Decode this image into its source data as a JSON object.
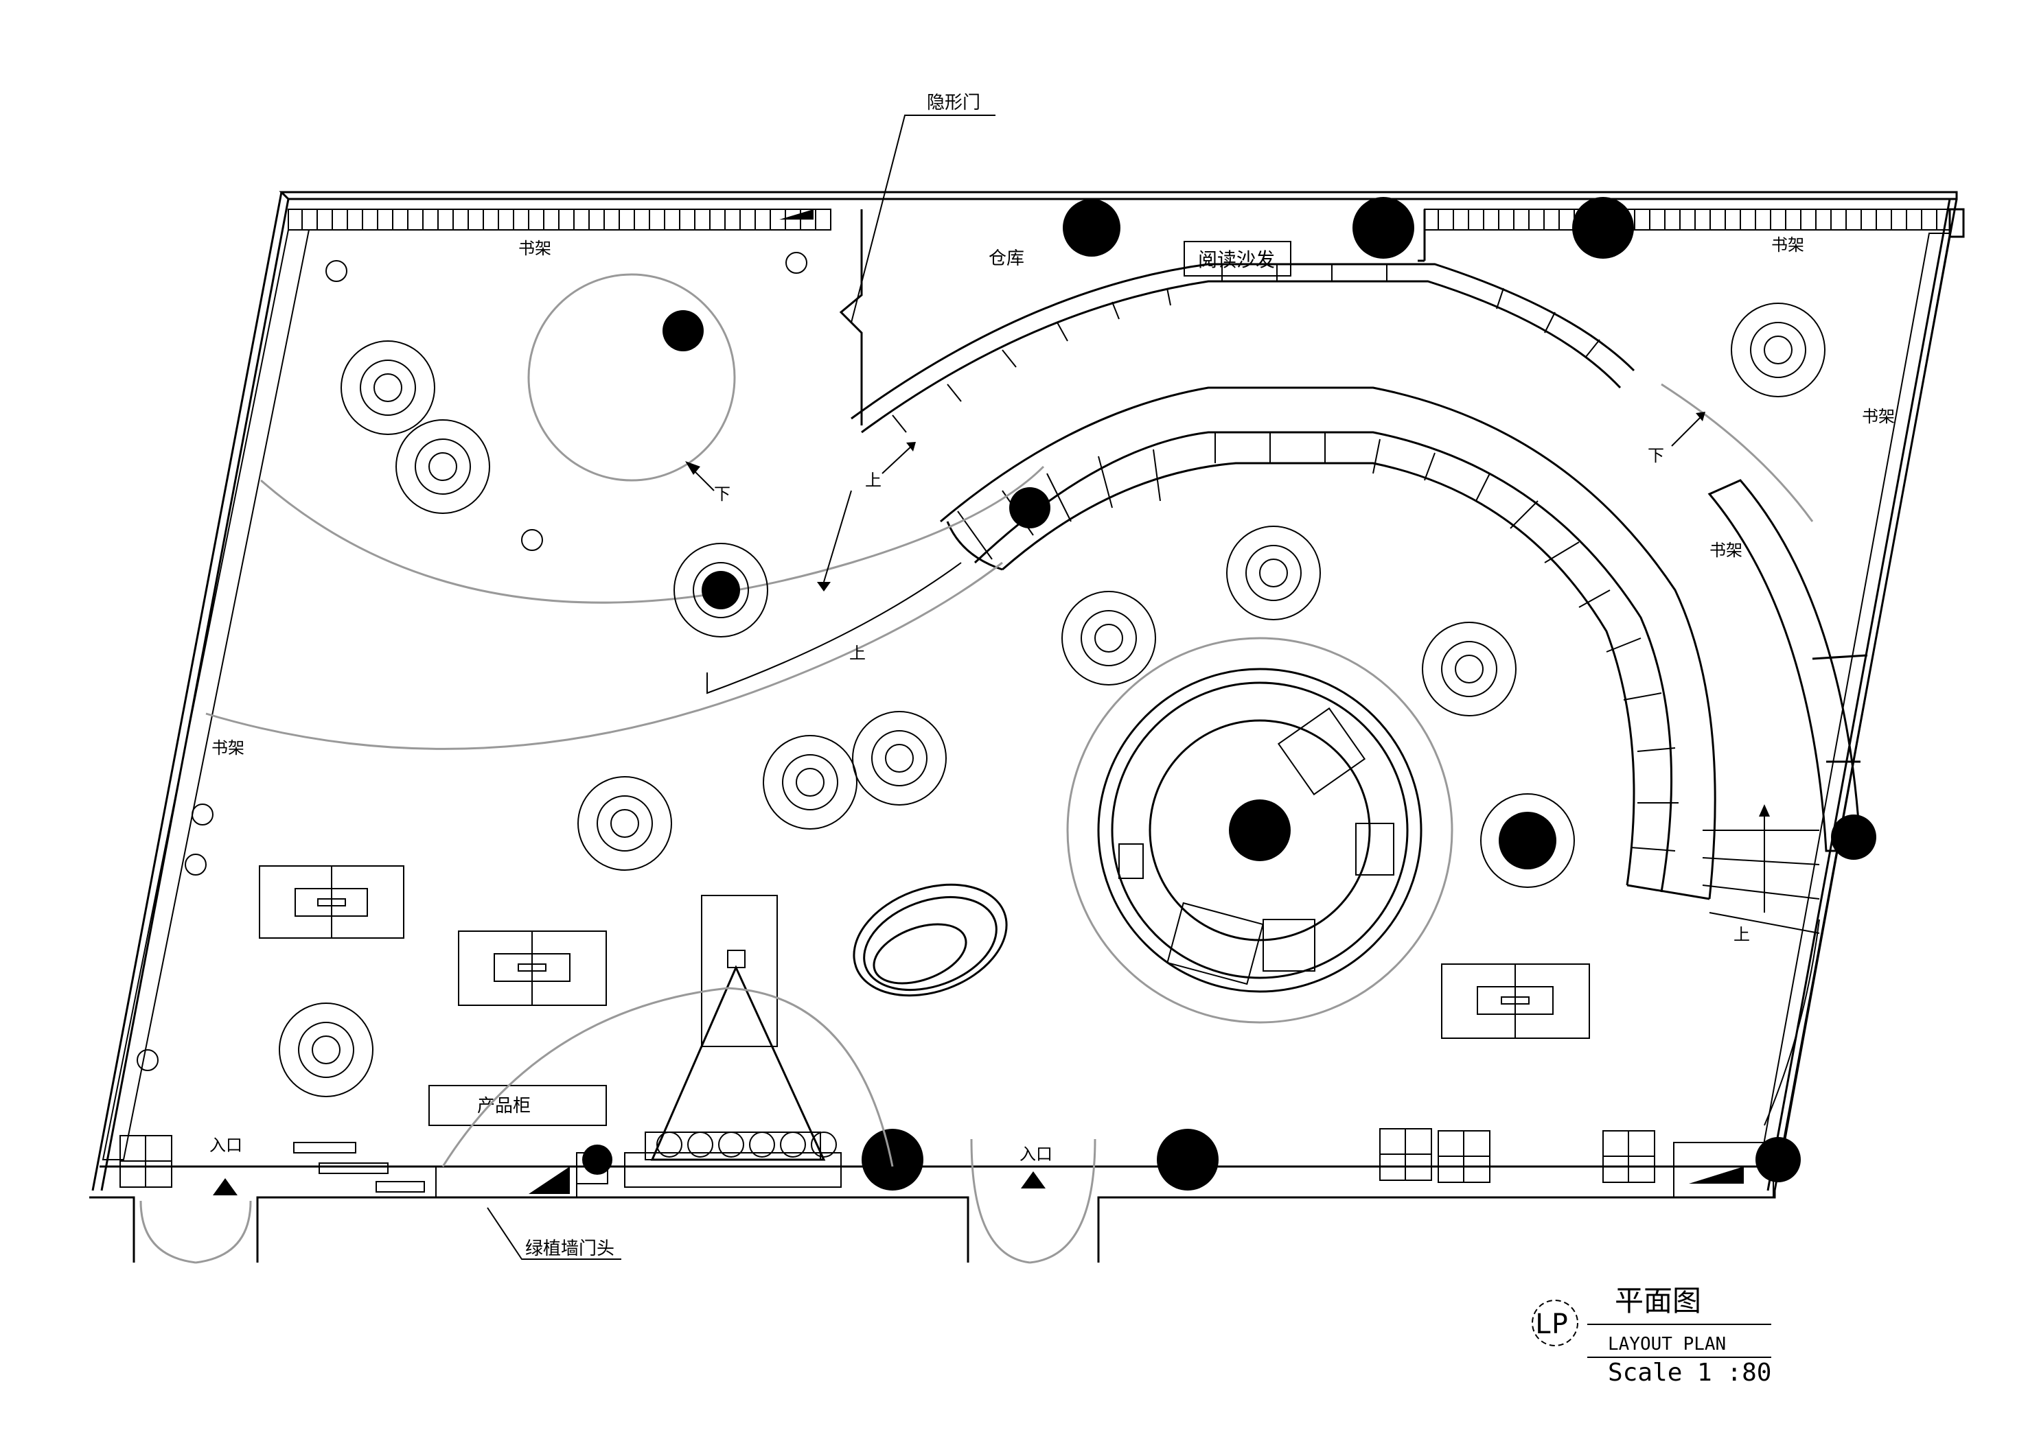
{
  "labels": {
    "hidden_door": "隐形门",
    "warehouse": "仓库",
    "reading_sofa": "阅读沙发",
    "shelf_top_left": "书架",
    "shelf_top_right": "书架",
    "shelf_right_wall": "书架",
    "shelf_right_inner": "书架",
    "shelf_left": "书架",
    "product_cabinet": "产品柜",
    "entrance_left": "入口",
    "entrance_center": "入口",
    "green_wall_door_header": "绿植墙门头",
    "down_stair_left": "下",
    "down_stair_right": "下",
    "up_1": "上",
    "up_2": "上",
    "up_3": "上"
  },
  "title_block": {
    "badge": "LP",
    "title_cn": "平面图",
    "title_en": "LAYOUT PLAN",
    "scale": "Scale 1 :80"
  }
}
